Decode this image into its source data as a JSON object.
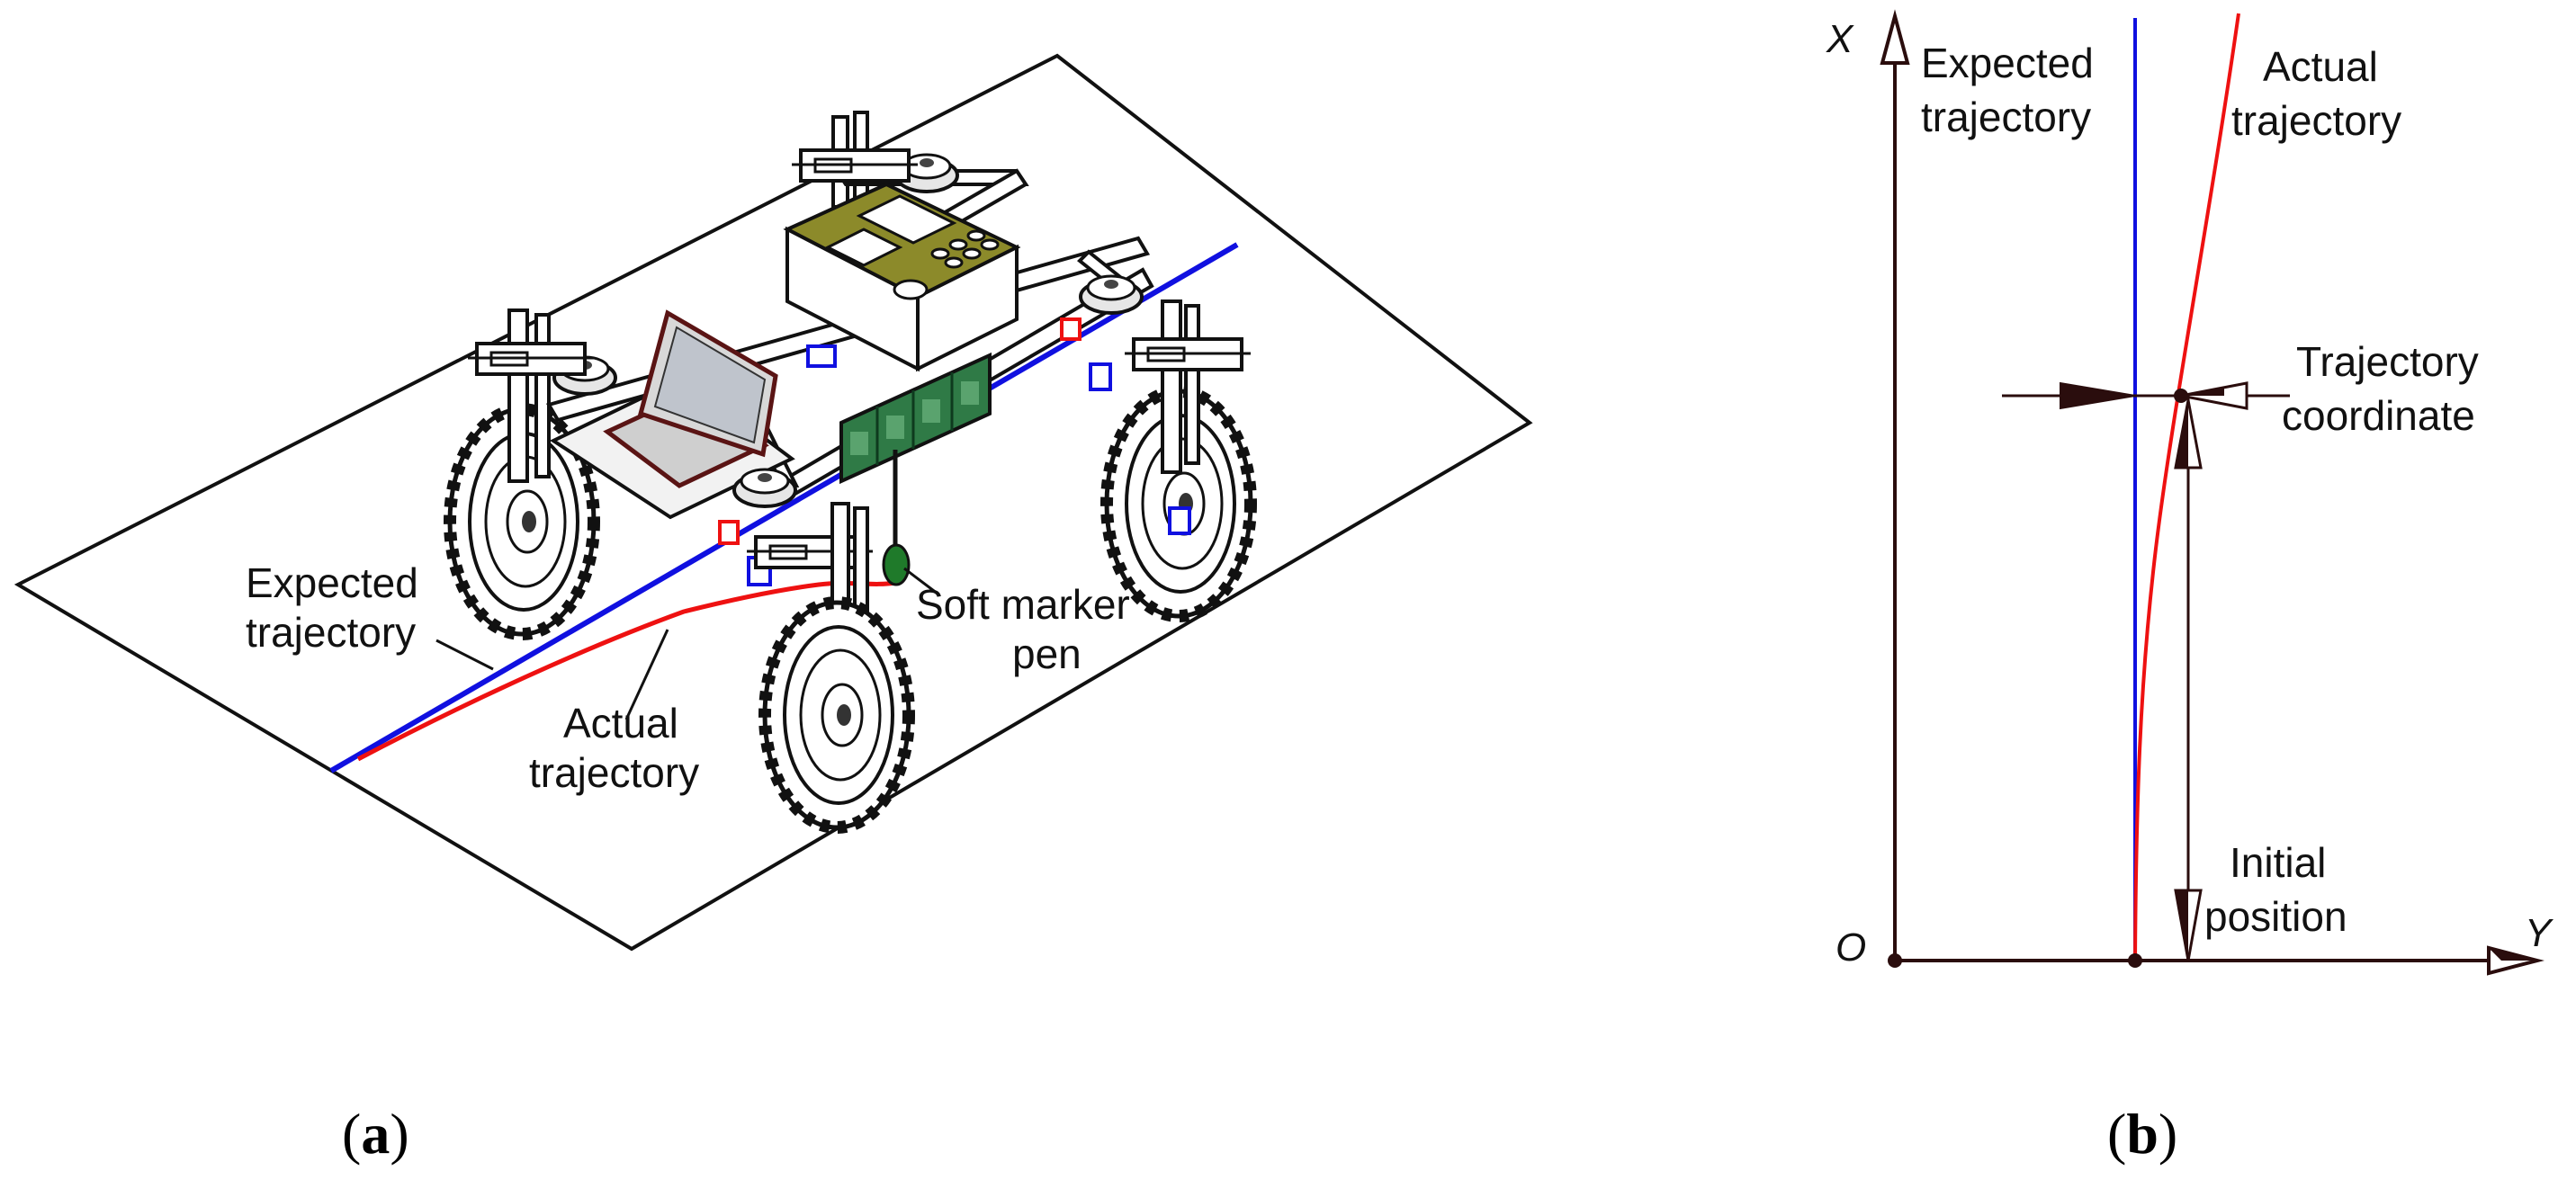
{
  "panel_a": {
    "label_open": "(",
    "label_letter": "a",
    "label_close": ")",
    "expected_trajectory": [
      "Expected",
      "trajectory"
    ],
    "actual_trajectory": [
      "Actual",
      "trajectory"
    ],
    "soft_marker_pen": [
      "Soft marker",
      "pen"
    ]
  },
  "panel_b": {
    "label_open": "(",
    "label_letter": "b",
    "label_close": ")",
    "axis_x": "X",
    "axis_y": "Y",
    "origin": "O",
    "expected_trajectory": [
      "Expected",
      "trajectory"
    ],
    "actual_trajectory": [
      "Actual",
      "trajectory"
    ],
    "trajectory_coordinate": [
      "Trajectory",
      "coordinate"
    ],
    "initial_position": [
      "Initial",
      "position"
    ]
  },
  "colors": {
    "expected_line": "#1010e0",
    "actual_line": "#ee1111",
    "controller_lid": "#8c8a2a",
    "circuit_board": "#2f7a46",
    "marker_pen": "#1f7a2a",
    "arrow_fill": "#2a0d0d"
  }
}
